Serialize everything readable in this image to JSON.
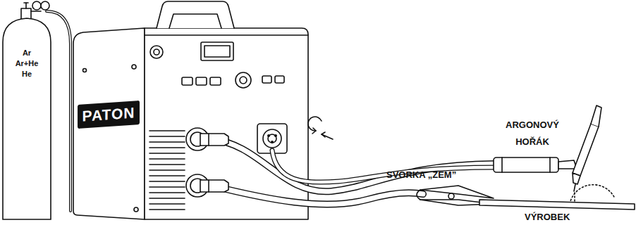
{
  "diagram": {
    "nodes": [
      {
        "text": [
          "Ar Ar+He He"
        ]
      },
      {
        "text": [
          "PATON"
        ]
      }
    ],
    "labels": [
      "ARGONOVÝ HOŘÁK",
      "SVORKA „ZEM”",
      "VÝROBEK"
    ]
  }
}
